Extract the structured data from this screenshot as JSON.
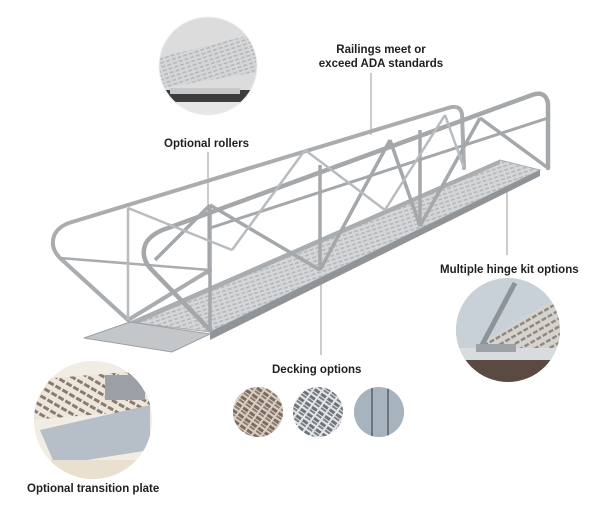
{
  "callouts": {
    "railings": {
      "line1": "Railings meet or",
      "line2": "exceed ADA standards"
    },
    "rollers": "Optional rollers",
    "hinge": "Multiple hinge kit options",
    "decking": "Decking options",
    "transition": "Optional transition plate"
  },
  "colors": {
    "frame": "#a9adb0",
    "frame_dark": "#7d8286",
    "deck": "#c9ccce",
    "leader": "#9a9a9a",
    "text": "#1f1f1f",
    "deck_brown": "#8a7c70",
    "deck_gray": "#7e8288",
    "deck_blue": "#a7b3bd"
  },
  "decking_swatches": [
    "brown-grate-swatch",
    "gray-grate-swatch",
    "solid-blue-gray-swatch"
  ]
}
